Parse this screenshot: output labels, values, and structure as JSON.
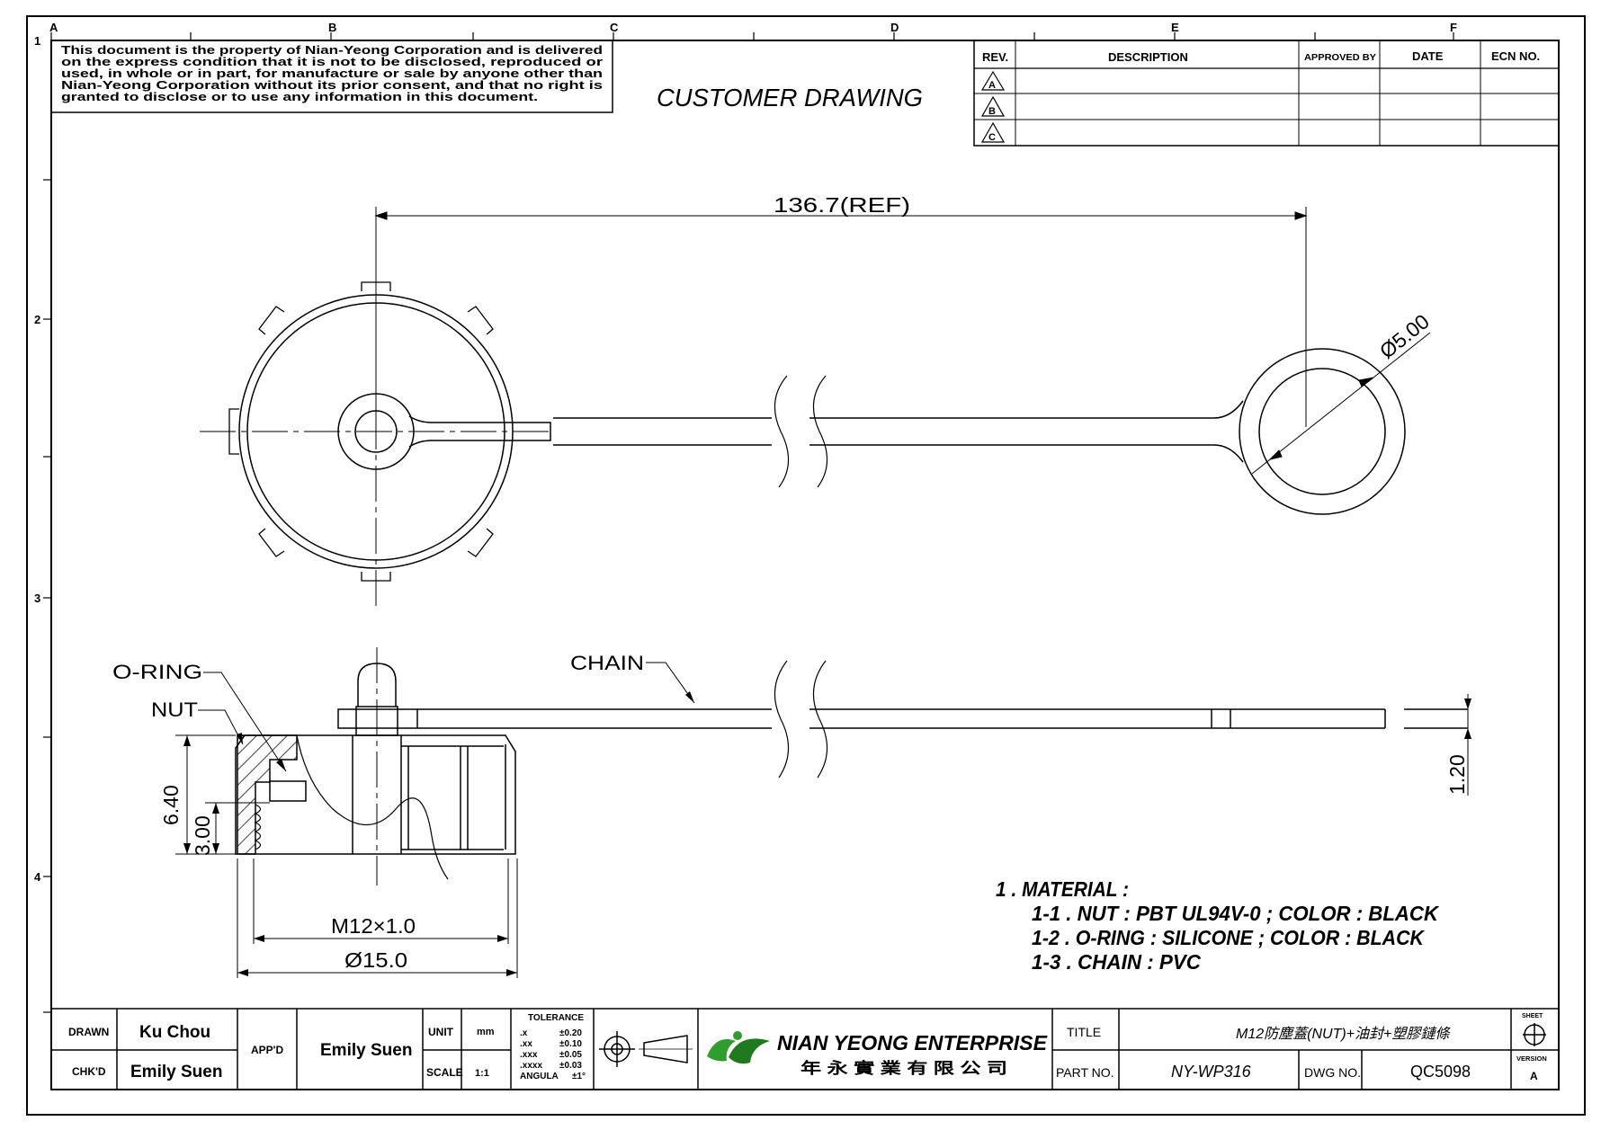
{
  "notice": [
    "This document is the property of Nian-Yeong Corporation and is delivered",
    "on the express condition that it is not to be disclosed, reproduced or",
    "used, in whole or in part, for manufacture or sale by anyone other than",
    "Nian-Yeong Corporation without its prior consent, and that no right is",
    "granted to disclose or to use any information in this document."
  ],
  "heading": "CUSTOMER DRAWING",
  "zones": {
    "columns": [
      "A",
      "B",
      "C",
      "D",
      "E",
      "F"
    ],
    "rows": [
      "1",
      "2",
      "3",
      "4"
    ]
  },
  "revision_table": {
    "headers": [
      "REV.",
      "DESCRIPTION",
      "APPROVED BY",
      "DATE",
      "ECN NO."
    ],
    "rows": [
      "A",
      "B",
      "C"
    ]
  },
  "dimensions": {
    "overall_length": "136.7(REF)",
    "ring_diameter": "Ø5.00",
    "height": "6.40",
    "thread_depth": "3.00",
    "thread": "M12×1.0",
    "outer_diameter": "Ø15.0",
    "chain_thickness": "1.20"
  },
  "callouts": {
    "oring": "O-RING",
    "nut": "NUT",
    "chain": "CHAIN"
  },
  "notes": [
    "1 . MATERIAL :",
    "1-1 . NUT : PBT UL94V-0 ; COLOR : BLACK",
    "1-2 . O-RING : SILICONE ; COLOR : BLACK",
    "1-3 . CHAIN : PVC"
  ],
  "title_block": {
    "drawn_label": "DRAWN",
    "drawn_value": "Ku Chou",
    "chkd_label": "CHK'D",
    "chkd_value": "Emily Suen",
    "appd_label": "APP'D",
    "appd_value": "Emily Suen",
    "unit_label": "UNIT",
    "unit_value": "mm",
    "scale_label": "SCALE",
    "scale_value": "1:1",
    "tolerance_label": "TOLERANCE",
    "tolerances": [
      {
        "k": ".x",
        "v": "±0.20"
      },
      {
        "k": ".xx",
        "v": "±0.10"
      },
      {
        "k": ".xxx",
        "v": "±0.05"
      },
      {
        "k": ".xxxx",
        "v": "±0.03"
      },
      {
        "k": "ANGULA",
        "v": "±1°"
      }
    ],
    "company_name": "NIAN YEONG ENTERPRISE",
    "company_cn": "年 永 實 業 有 限 公 司",
    "title_label": "TITLE",
    "title_value": "M12防塵蓋(NUT)+油封+塑膠鏈條",
    "part_label": "PART NO.",
    "part_value": "NY-WP316",
    "dwg_label": "DWG NO.",
    "dwg_value": "QC5098",
    "sheet_label": "SHEET",
    "version_label": "VERSION",
    "version_value": "A"
  },
  "colors": {
    "line": "#000000",
    "logo": "#2f9e2f",
    "paper": "#ffffff"
  }
}
